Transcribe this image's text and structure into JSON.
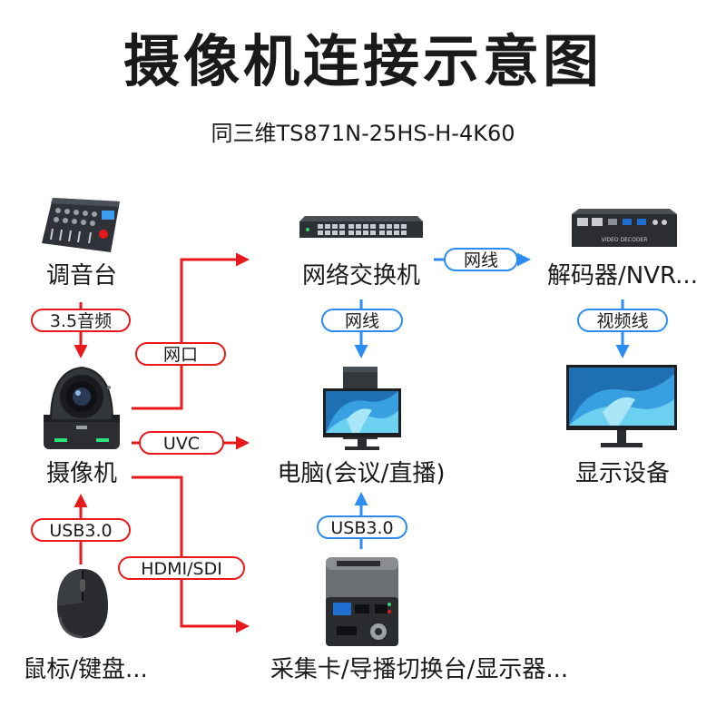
{
  "header": {
    "title": "摄像机连接示意图",
    "subtitle": "同三维TS871N-25HS-H-4K60"
  },
  "devices": {
    "mixer": "调音台",
    "camera": "摄像机",
    "mouse": "鼠标/键盘...",
    "switch": "网络交换机",
    "pc": "电脑(会议/直播)",
    "capture": "采集卡/导播切换台/显示器...",
    "decoder": "解码器/NVR...",
    "display": "显示设备"
  },
  "links": {
    "audio": "3.5音频",
    "lan": "网口",
    "uvc": "UVC",
    "usb_cam": "USB3.0",
    "hdmi_sdi": "HDMI/SDI",
    "net_switch_pc": "网线",
    "usb_capture": "USB3.0",
    "net_switch_decoder": "网线",
    "video_cable": "视频线"
  },
  "device_text": {
    "decoder_panel": "VIDEO DECODER"
  },
  "colors": {
    "red_line": "#e8191c",
    "blue_line": "#2d8cf0"
  }
}
